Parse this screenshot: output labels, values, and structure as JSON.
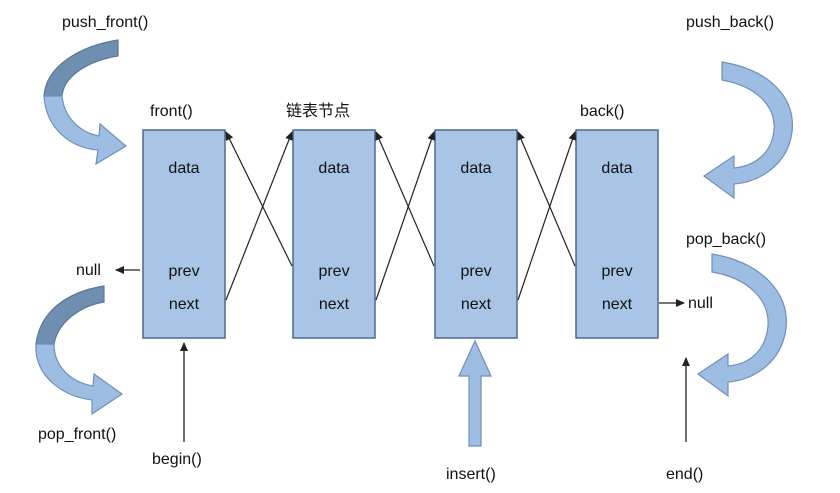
{
  "labels": {
    "push_front": "push_front()",
    "push_back": "push_back()",
    "pop_front": "pop_front()",
    "pop_back": "pop_back()",
    "front": "front()",
    "back": "back()",
    "node_caption": "链表节点",
    "begin": "begin()",
    "insert": "insert()",
    "end": "end()",
    "null_left": "null",
    "null_right": "null"
  },
  "nodes": [
    {
      "data": "data",
      "prev": "prev",
      "next": "next"
    },
    {
      "data": "data",
      "prev": "prev",
      "next": "next"
    },
    {
      "data": "data",
      "prev": "prev",
      "next": "next"
    },
    {
      "data": "data",
      "prev": "prev",
      "next": "next"
    }
  ],
  "colors": {
    "node_fill": "#a8c5e6",
    "arrow_fill": "#9dbde3",
    "arrow_dark": "#6f8fb0"
  }
}
